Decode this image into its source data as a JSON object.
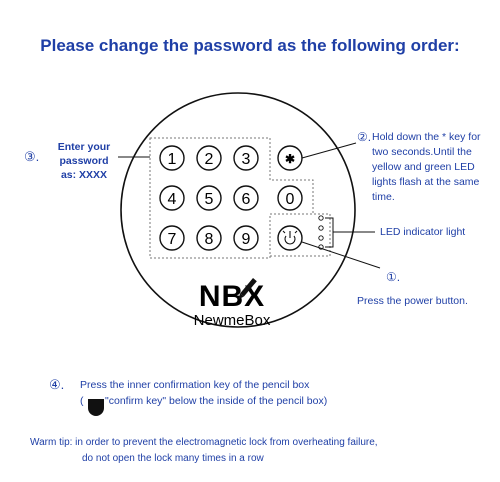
{
  "title": "Please change the password as the following order:",
  "keypad": {
    "row1": [
      "1",
      "2",
      "3"
    ],
    "row2": [
      "4",
      "5",
      "6",
      "0"
    ],
    "row3": [
      "7",
      "8",
      "9"
    ],
    "star": "✱"
  },
  "brand": {
    "logo": "NBX",
    "name": "NewmeBox"
  },
  "steps": {
    "s1": {
      "marker": "①.",
      "text": "Press the power button."
    },
    "s2": {
      "marker": "②.",
      "text": "Hold down the * key for two seconds.Until the yellow and green LED lights flash at the same time."
    },
    "s3": {
      "marker": "③.",
      "text_lines": [
        "Enter your",
        "password",
        "as: XXXX"
      ]
    },
    "s4": {
      "marker": "④.",
      "line1": "Press the inner confirmation key of the pencil box",
      "line2_open": "(",
      "line2_rest": "\"confirm key\" below the inside of the pencil box)"
    }
  },
  "led_label": "LED indicator light",
  "warm_tip": {
    "line1": "Warm tip: in order to prevent the electromagnetic lock from overheating failure,",
    "line2": "do not open the lock many times in a row"
  },
  "colors": {
    "text_blue": "#1f3fa6",
    "line": "#111111"
  }
}
